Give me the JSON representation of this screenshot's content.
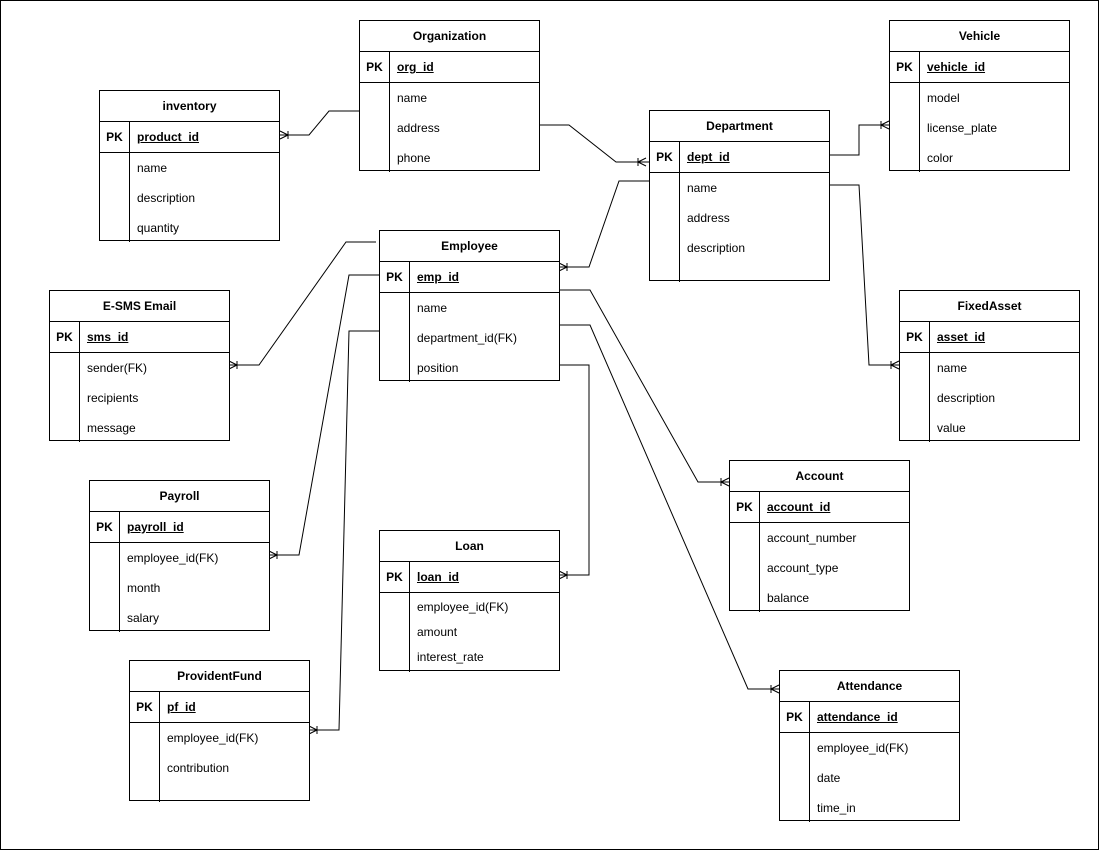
{
  "entities": {
    "organization": {
      "title": "Organization",
      "pk_label": "PK",
      "pk": "org_id",
      "fields": [
        "name",
        "address",
        "phone"
      ]
    },
    "vehicle": {
      "title": "Vehicle",
      "pk_label": "PK",
      "pk": "vehicle_id",
      "fields": [
        "model",
        "license_plate",
        "color"
      ]
    },
    "inventory": {
      "title": "inventory",
      "pk_label": "PK",
      "pk": "product_id",
      "fields": [
        "name",
        "description",
        "quantity"
      ]
    },
    "department": {
      "title": "Department",
      "pk_label": "PK",
      "pk": "dept_id",
      "fields": [
        "name",
        "address",
        "description"
      ]
    },
    "employee": {
      "title": "Employee",
      "pk_label": "PK",
      "pk": "emp_id",
      "fields": [
        "name",
        "department_id(FK)",
        "position"
      ]
    },
    "esms": {
      "title": "E-SMS Email",
      "pk_label": "PK",
      "pk": "sms_id",
      "fields": [
        "sender(FK)",
        "recipients",
        "message"
      ]
    },
    "fixedasset": {
      "title": "FixedAsset",
      "pk_label": "PK",
      "pk": "asset_id",
      "fields": [
        "name",
        "description",
        "value"
      ]
    },
    "account": {
      "title": "Account",
      "pk_label": "PK",
      "pk": "account_id",
      "fields": [
        "account_number",
        "account_type",
        "balance"
      ]
    },
    "payroll": {
      "title": "Payroll",
      "pk_label": "PK",
      "pk": "payroll_id",
      "fields": [
        "employee_id(FK)",
        "month",
        "salary"
      ]
    },
    "loan": {
      "title": "Loan",
      "pk_label": "PK",
      "pk": "loan_id",
      "fields": [
        "employee_id(FK)",
        "amount",
        "interest_rate"
      ]
    },
    "providentfund": {
      "title": "ProvidentFund",
      "pk_label": "PK",
      "pk": "pf_id",
      "fields": [
        "employee_id(FK)",
        "contribution"
      ]
    },
    "attendance": {
      "title": "Attendance",
      "pk_label": "PK",
      "pk": "attendance_id",
      "fields": [
        "employee_id(FK)",
        "date",
        "time_in"
      ]
    }
  },
  "relationships": [
    {
      "from": "organization",
      "to": "inventory",
      "cardinality": "one-to-many"
    },
    {
      "from": "organization",
      "to": "department",
      "cardinality": "one-to-many"
    },
    {
      "from": "department",
      "to": "vehicle",
      "cardinality": "one-to-many"
    },
    {
      "from": "department",
      "to": "fixedasset",
      "cardinality": "one-to-many"
    },
    {
      "from": "department",
      "to": "employee",
      "cardinality": "one-to-many"
    },
    {
      "from": "employee",
      "to": "esms",
      "cardinality": "one-to-many"
    },
    {
      "from": "employee",
      "to": "payroll",
      "cardinality": "one-to-many"
    },
    {
      "from": "employee",
      "to": "providentfund",
      "cardinality": "one-to-many"
    },
    {
      "from": "employee",
      "to": "account",
      "cardinality": "one-to-many"
    },
    {
      "from": "employee",
      "to": "attendance",
      "cardinality": "one-to-many"
    },
    {
      "from": "employee",
      "to": "loan",
      "cardinality": "one-to-many"
    }
  ],
  "colors": {
    "line": "#000000",
    "background": "#ffffff"
  }
}
